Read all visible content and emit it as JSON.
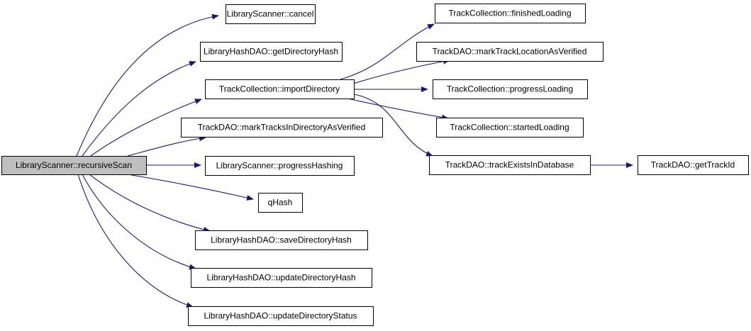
{
  "diagram": {
    "colors": {
      "edge": "#191970",
      "node_fill": "#ffffff",
      "root_fill": "#bfbfbf",
      "node_border": "#000000",
      "background": "#ffffff"
    },
    "nodes": [
      {
        "id": "recursiveScan",
        "label": "LibraryScanner::recursiveScan",
        "root": true
      },
      {
        "id": "cancel",
        "label": "LibraryScanner::cancel"
      },
      {
        "id": "getDirectoryHash",
        "label": "LibraryHashDAO::getDirectoryHash"
      },
      {
        "id": "importDirectory",
        "label": "TrackCollection::importDirectory"
      },
      {
        "id": "markTracksInDirectoryAsVerified",
        "label": "TrackDAO::markTracksInDirectoryAsVerified"
      },
      {
        "id": "progressHashing",
        "label": "LibraryScanner::progressHashing"
      },
      {
        "id": "qHash",
        "label": "qHash"
      },
      {
        "id": "saveDirectoryHash",
        "label": "LibraryHashDAO::saveDirectoryHash"
      },
      {
        "id": "updateDirectoryHash",
        "label": "LibraryHashDAO::updateDirectoryHash"
      },
      {
        "id": "updateDirectoryStatus",
        "label": "LibraryHashDAO::updateDirectoryStatus"
      },
      {
        "id": "finishedLoading",
        "label": "TrackCollection::finishedLoading"
      },
      {
        "id": "markTrackLocationAsVerified",
        "label": "TrackDAO::markTrackLocationAsVerified"
      },
      {
        "id": "progressLoading",
        "label": "TrackCollection::progressLoading"
      },
      {
        "id": "startedLoading",
        "label": "TrackCollection::startedLoading"
      },
      {
        "id": "trackExistsInDatabase",
        "label": "TrackDAO::trackExistsInDatabase"
      },
      {
        "id": "getTrackId",
        "label": "TrackDAO::getTrackId"
      }
    ],
    "edges": [
      {
        "from": "recursiveScan",
        "to": "cancel"
      },
      {
        "from": "recursiveScan",
        "to": "getDirectoryHash"
      },
      {
        "from": "recursiveScan",
        "to": "importDirectory"
      },
      {
        "from": "recursiveScan",
        "to": "markTracksInDirectoryAsVerified"
      },
      {
        "from": "recursiveScan",
        "to": "progressHashing"
      },
      {
        "from": "recursiveScan",
        "to": "qHash"
      },
      {
        "from": "recursiveScan",
        "to": "saveDirectoryHash"
      },
      {
        "from": "recursiveScan",
        "to": "updateDirectoryHash"
      },
      {
        "from": "recursiveScan",
        "to": "updateDirectoryStatus"
      },
      {
        "from": "importDirectory",
        "to": "finishedLoading"
      },
      {
        "from": "importDirectory",
        "to": "markTrackLocationAsVerified"
      },
      {
        "from": "importDirectory",
        "to": "progressLoading"
      },
      {
        "from": "importDirectory",
        "to": "startedLoading"
      },
      {
        "from": "importDirectory",
        "to": "trackExistsInDatabase"
      },
      {
        "from": "trackExistsInDatabase",
        "to": "getTrackId"
      }
    ]
  }
}
